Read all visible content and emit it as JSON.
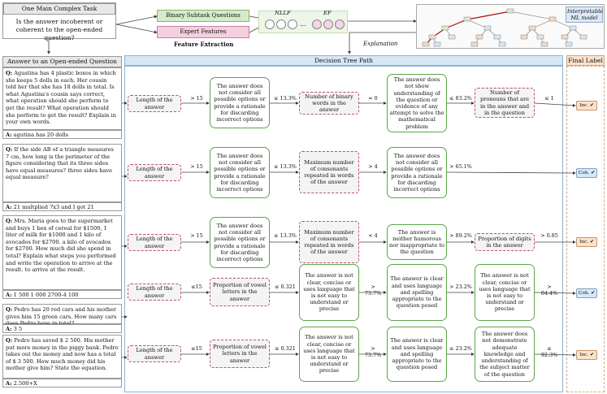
{
  "task": {
    "header": "One Main Complex Task",
    "text": "Is the answer incoherent or coherent to the open-ended question?"
  },
  "features": {
    "binary": "Binary Subtask Questions",
    "expert": "Expert Features",
    "extraction": "Feature Extraction",
    "nllf": "NLLF",
    "ef": "EF",
    "dots": "..."
  },
  "model": {
    "label": "Interpretable ML model",
    "explanation": "Explanation"
  },
  "columns": {
    "qa": "Answer to an Open-ended Question",
    "path": "Decision Tree Path",
    "final": "Final Label"
  },
  "examples": [
    {
      "q": "Agustina has 4 plastic boxes in which she keeps 5 dolls in each. Her cousin told her that she has 18 dolls in total. Is what Agustina's cousin says correct, what operation should she perform to get the result? What operation should she perform to get the result? Explain in your own words.",
      "a": "agutina has 20 dolls",
      "nodes": [
        "Length of the answer",
        "The answer does not consider all possible options or provide a rationale for discarding incorrect options",
        "Number of binary words in the answer",
        "The answer does not show understanding of the question or evidence of any attempt to solve the mathematical problem",
        "Number of pronouns that are in the answer and in the question"
      ],
      "edges": [
        "> 15",
        "≤ 13.3%",
        "= 0",
        "≤ 83.2%",
        "≤ 1"
      ],
      "label": "Inc."
    },
    {
      "q": "If the side AB of a triangle measures 7 cm, how long is the perimeter of the figure considering that its three sides have equal measures? three sides have equal measure?",
      "a": "21 multplied 7x3 and I got 21",
      "nodes": [
        "Length of the answer",
        "The answer does not consider all possible options or provide a rationale for discarding incorrect options",
        "Maximum number of consonants repeated in words of the answer",
        "The answer does not consider all possible options or provide a rationale for discarding incorrect options"
      ],
      "edges": [
        "> 15",
        "≤ 13.3%",
        "> 4",
        "> 65.1%"
      ],
      "label": "Coh."
    },
    {
      "q": "Mrs. Maria goes to the supermarket and buys 1 box of cereal for $1500, 1 liter of milk for $1000 and 1 kilo of avocados for $2700. a kilo of avocados for $2700. How much did she spend in total? Explain what steps you performed and write the operation to arrive at the result. to arrive at the result.",
      "a": "1 500 1 000 2700-4 100",
      "nodes": [
        "Length of the answer",
        "The answer does not consider all possible options or provide a rationale for discarding incorrect options",
        "Maximum number of consonants repeated in words of the answer",
        "The answer is neither humorous nor inappropriate to the question",
        "Proportion of digits in the answer"
      ],
      "edges": [
        "> 15",
        "≤ 13.3%",
        "< 4",
        "> 89.2%",
        "> 0.85"
      ],
      "label": "Inc."
    },
    {
      "q": "Pedro has 20 red cars and his mother gives him 15 green cars. How many cars does Pedro have in total?",
      "a": "3 5",
      "nodes": [
        "Length of the answer",
        "Proportion of vowel letters in the answer",
        "The answer is not clear, concise or uses language that is not easy to understand or precise",
        "The answer is clear and uses language and spelling appropriate to the question posed",
        "The answer is not clear, concise or uses language that is not easy to understand or precise"
      ],
      "edges": [
        "≤15",
        "≤ 0.321",
        "> 73.7%",
        "> 23.2%",
        "> 84.4%"
      ],
      "label": "Coh."
    },
    {
      "q": "Pedro has saved $ 2 500. His mother put more money in the piggy bank. Pedro takes out the money and now has a total of $ 3 500. How much money did his mother give him? State the equation.",
      "a": "2.500+X",
      "nodes": [
        "Length of the answer",
        "Proportion of vowel letters in the answer",
        "The answer is not clear, concise or uses language that is not easy to understand or precise",
        "The answer is clear and uses language and spelling appropriate to the question posed",
        "The answer does not demonstrate adequate knowledge and understanding of the subject matter of the question"
      ],
      "edges": [
        "≤15",
        "≤ 0.321",
        "> 73.7%",
        "≤ 23.2%",
        "≤ 92.3%"
      ],
      "label": "Inc."
    }
  ],
  "qprefix": "Q:",
  "aprefix": "A:",
  "colors": {
    "leaf_inc": "#fbe2cc",
    "leaf_coh": "#d6e7f5",
    "green_node": "#5aa64a",
    "dashed_node": "#c0506a",
    "path_bar": "#d6e7f5"
  }
}
